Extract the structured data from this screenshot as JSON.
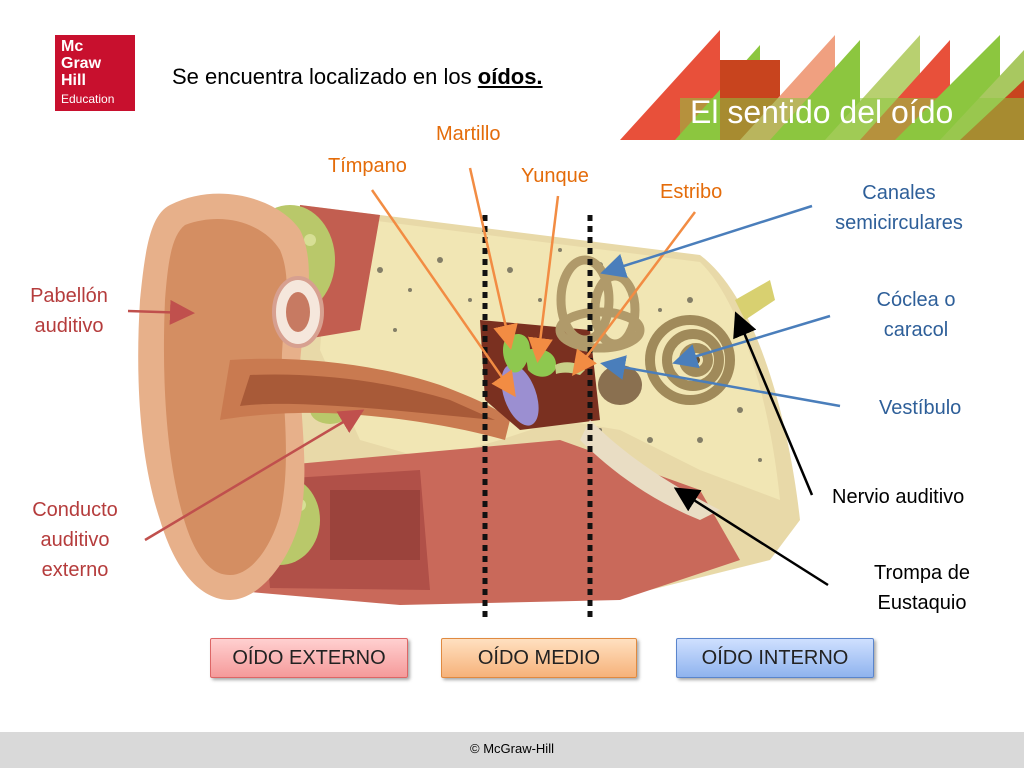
{
  "logo": {
    "line1": "Mc",
    "line2": "Graw",
    "line3": "Hill",
    "line4": "Education"
  },
  "subtitle": {
    "text": "Se encuentra localizado en los ",
    "bold": "oídos."
  },
  "title": "El sentido del oído",
  "labels": {
    "martillo": "Martillo",
    "timpano": "Tímpano",
    "yunque": "Yunque",
    "estribo": "Estribo",
    "canales_1": "Canales",
    "canales_2": "semicirculares",
    "pabellon_1": "Pabellón",
    "pabellon_2": "auditivo",
    "coclea_1": "Cóclea o",
    "coclea_2": "caracol",
    "vestibulo": "Vestíbulo",
    "nervio": "Nervio auditivo",
    "conducto_1": "Conducto",
    "conducto_2": "auditivo",
    "conducto_3": "externo",
    "trompa_1": "Trompa de",
    "trompa_2": "Eustaquio"
  },
  "sections": {
    "externo": "OÍDO EXTERNO",
    "medio": "OÍDO MEDIO",
    "interno": "OÍDO INTERNO"
  },
  "footer": "© McGraw-Hill",
  "colors": {
    "brand": "#c8102e",
    "orange_label": "#e46c0a",
    "red_label": "#b53c3c",
    "blue_label": "#2e5f99",
    "banner_green": "#8cc63f"
  }
}
